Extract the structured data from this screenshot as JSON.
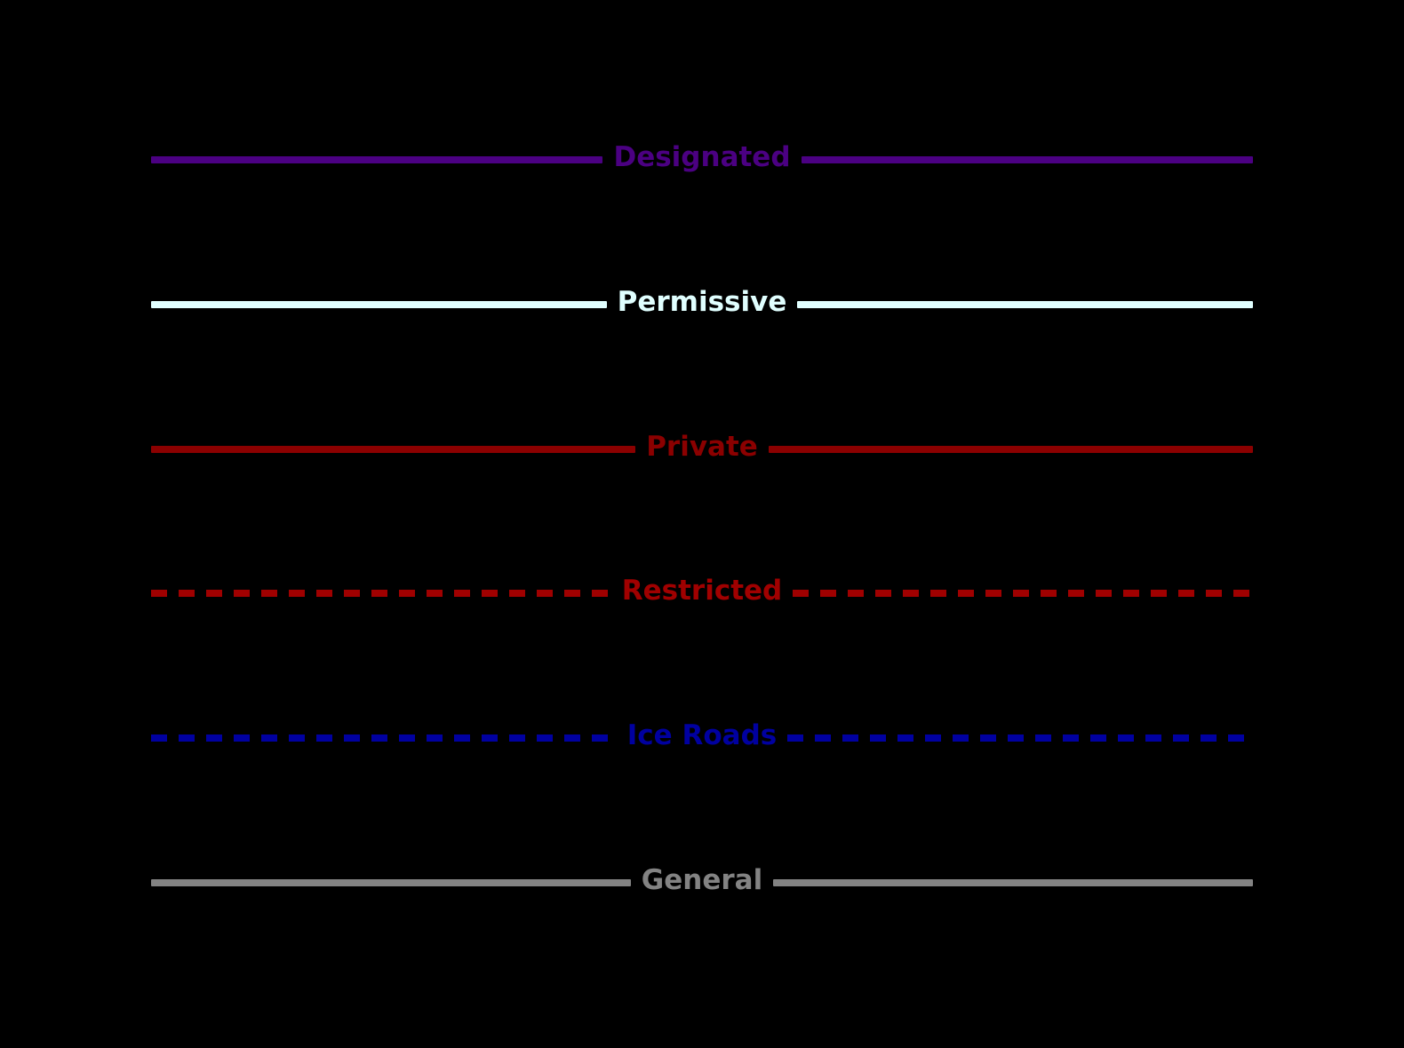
{
  "canvas": {
    "background": "#000000"
  },
  "legend": {
    "items": [
      {
        "label": "Designated",
        "color": "#4B0082",
        "style": "solid"
      },
      {
        "label": "Permissive",
        "color": "#E0FFFF",
        "style": "solid"
      },
      {
        "label": "Private",
        "color": "#8B0000",
        "style": "solid"
      },
      {
        "label": "Restricted",
        "color": "#A00000",
        "style": "dashed"
      },
      {
        "label": "Ice Roads",
        "color": "#0000A0",
        "style": "dashed"
      },
      {
        "label": "General",
        "color": "#838383",
        "style": "solid"
      }
    ]
  }
}
